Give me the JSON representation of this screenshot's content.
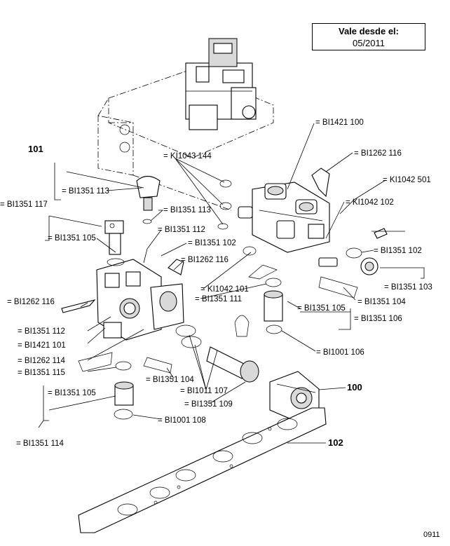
{
  "validity": {
    "title": "Vale desde el:",
    "date": "05/2011"
  },
  "drawing_code": "0911",
  "labels": {
    "l_101": "101",
    "l_bi1421_100": "= BI1421 100",
    "l_bi1262_116_a": "= BI1262 116",
    "l_ki1043_144": "= KI1043 144",
    "l_ki1042_501": "= KI1042 501",
    "l_bi1351_113_a": "= BI1351 113",
    "l_bi1351_117": "= BI1351 117",
    "l_ki1042_102": "= KI1042 102",
    "l_bi1351_113_b": "= BI1351 113",
    "l_bi1351_112_a": "= BI1351 112",
    "l_bi1351_105_a": "= BI1351 105",
    "l_bi1351_102_a": "= BI1351 102",
    "l_bi1351_102_b": "= BI1351 102",
    "l_bi1262_116_b": "= BI1262 116",
    "l_bi1351_103": "= BI1351 103",
    "l_ki1042_101": "= KI1042 101",
    "l_bi1351_111": "= BI1351 111",
    "l_bi1351_104_a": "= BI1351 104",
    "l_bi1262_116_c": "= BI1262 116",
    "l_bi1351_105_b": "= BI1351 105",
    "l_bi1351_106": "= BI1351 106",
    "l_bi1351_112_b": "= BI1351 112",
    "l_bi1421_101": "= BI1421 101",
    "l_bi1001_106": "= BI1001 106",
    "l_bi1262_114": "= BI1262 114",
    "l_bi1351_115": "= BI1351 115",
    "l_bi1351_104_b": "= BI1351 104",
    "l_100": "100",
    "l_bi1011_107": "= BI1011 107",
    "l_bi1351_105_c": "= BI1351 105",
    "l_bi1351_109": "= BI1351 109",
    "l_bi1001_108": "= BI1001 108",
    "l_102": "102",
    "l_bi1351_114": "= BI1351 114"
  }
}
